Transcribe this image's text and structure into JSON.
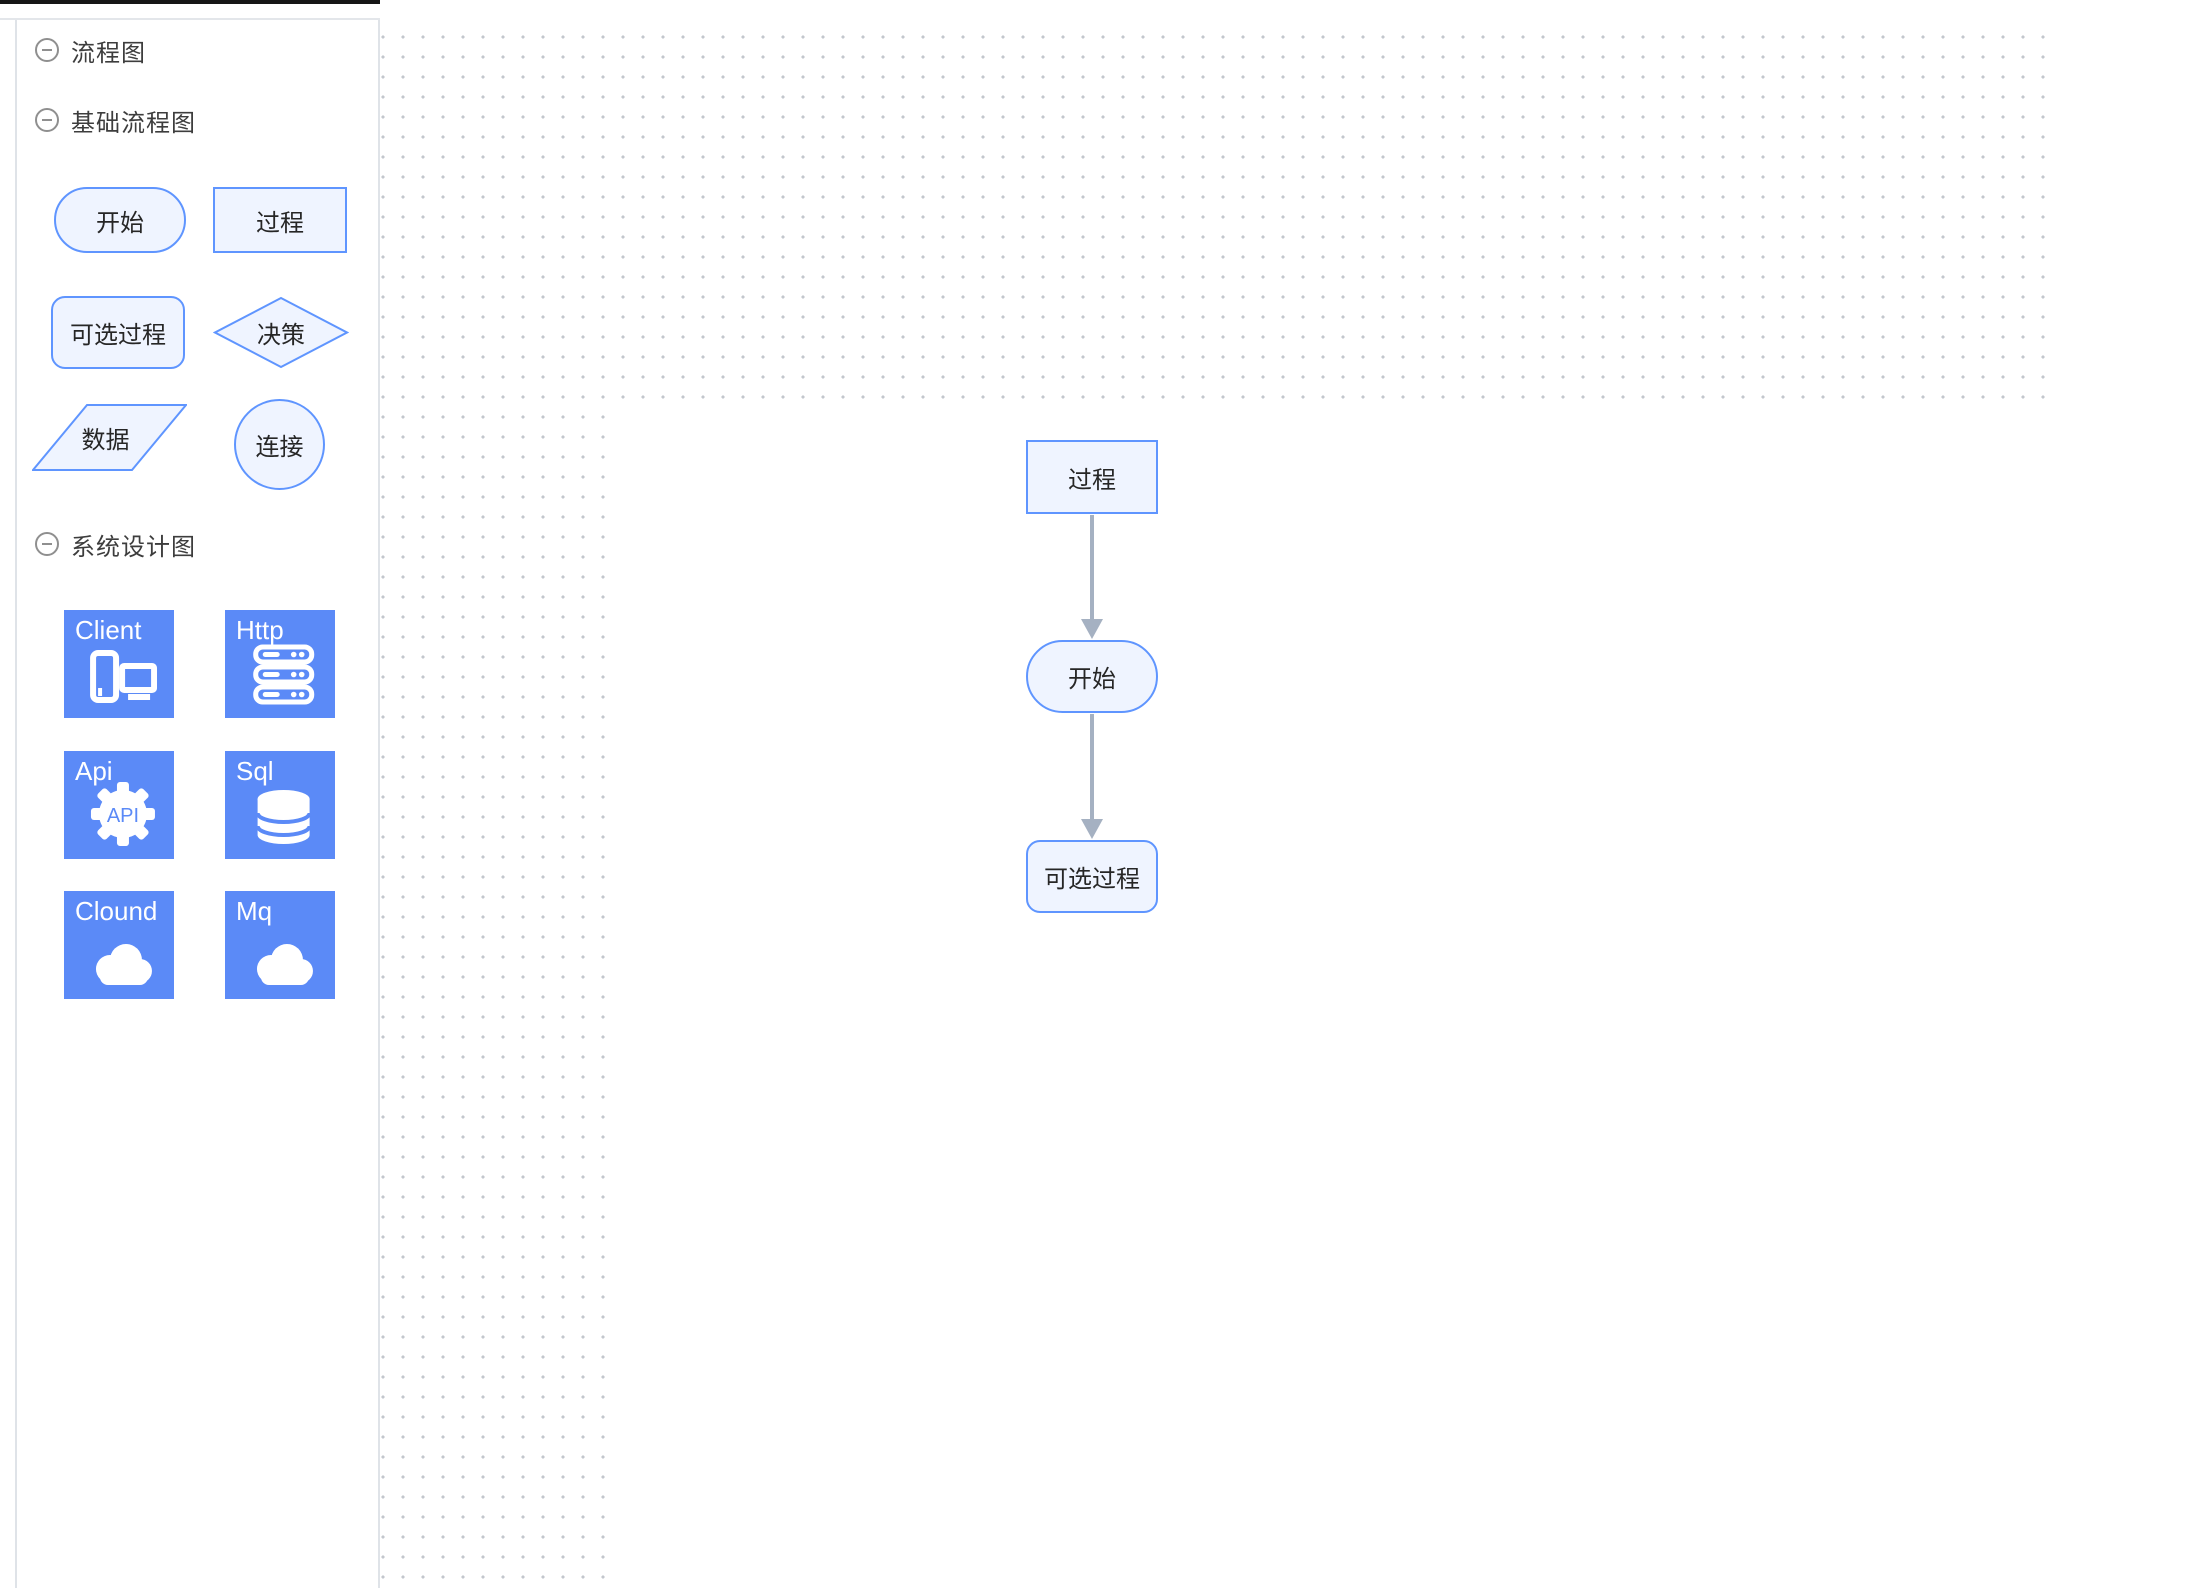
{
  "colors": {
    "accent_blue": "#5F95FF",
    "node_fill": "#EFF4FF",
    "tile_blue": "#5B8AF7",
    "edge_gray": "#A5B1C2",
    "grid_dot": "#C3C7CD",
    "label_dark": "#262626",
    "top_bar": "#161616"
  },
  "sidebar": {
    "groups": [
      {
        "label": "流程图"
      },
      {
        "label": "基础流程图",
        "shapes": [
          {
            "label": "开始",
            "shape": "stadium"
          },
          {
            "label": "过程",
            "shape": "rectangle"
          },
          {
            "label": "可选过程",
            "shape": "rounded-rectangle"
          },
          {
            "label": "决策",
            "shape": "diamond"
          },
          {
            "label": "数据",
            "shape": "parallelogram"
          },
          {
            "label": "连接",
            "shape": "circle"
          }
        ]
      },
      {
        "label": "系统设计图",
        "tiles": [
          {
            "label": "Client",
            "icon": "client-devices-icon"
          },
          {
            "label": "Http",
            "icon": "server-rack-icon"
          },
          {
            "label": "Api",
            "icon": "gear-icon",
            "icon_text": "API"
          },
          {
            "label": "Sql",
            "icon": "database-icon"
          },
          {
            "label": "Clound",
            "icon": "cloud-icon"
          },
          {
            "label": "Mq",
            "icon": "cloud-icon"
          }
        ]
      }
    ]
  },
  "canvas": {
    "nodes": [
      {
        "label": "过程",
        "shape": "rectangle"
      },
      {
        "label": "开始",
        "shape": "stadium"
      },
      {
        "label": "可选过程",
        "shape": "rounded-rectangle"
      }
    ],
    "edges": [
      {
        "from": "过程",
        "to": "开始"
      },
      {
        "from": "开始",
        "to": "可选过程"
      }
    ]
  }
}
